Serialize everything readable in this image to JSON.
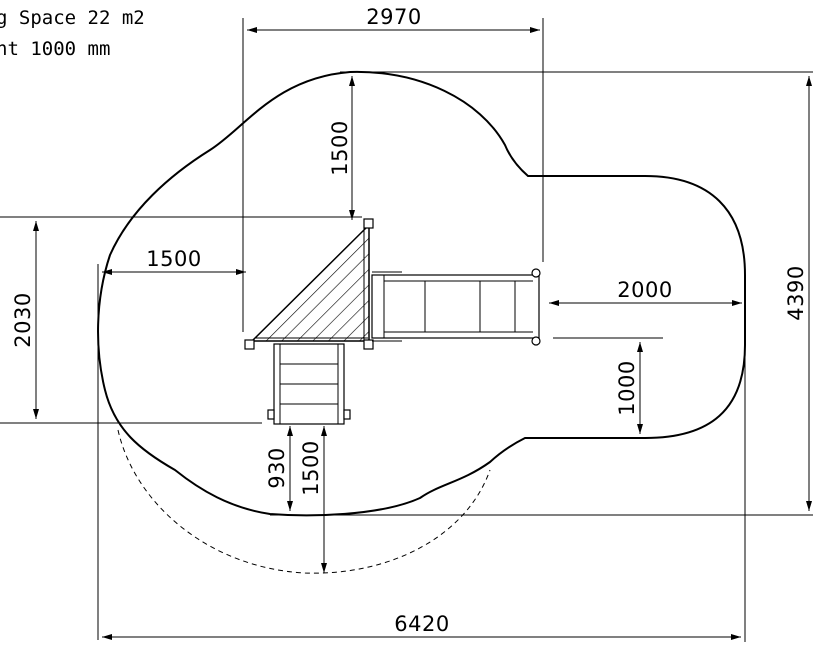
{
  "notes": {
    "space_line": "g Space 22 m2",
    "height_line": "ht 1000 mm"
  },
  "dimensions": {
    "top_width": "2970",
    "left_offset": "1500",
    "top_clearance": "1500",
    "left_height": "2030",
    "right_clearance": "2000",
    "right_height": "4390",
    "slide_clearance": "1000",
    "stair_a": "930",
    "stair_b": "1500",
    "overall_width": "6420"
  }
}
